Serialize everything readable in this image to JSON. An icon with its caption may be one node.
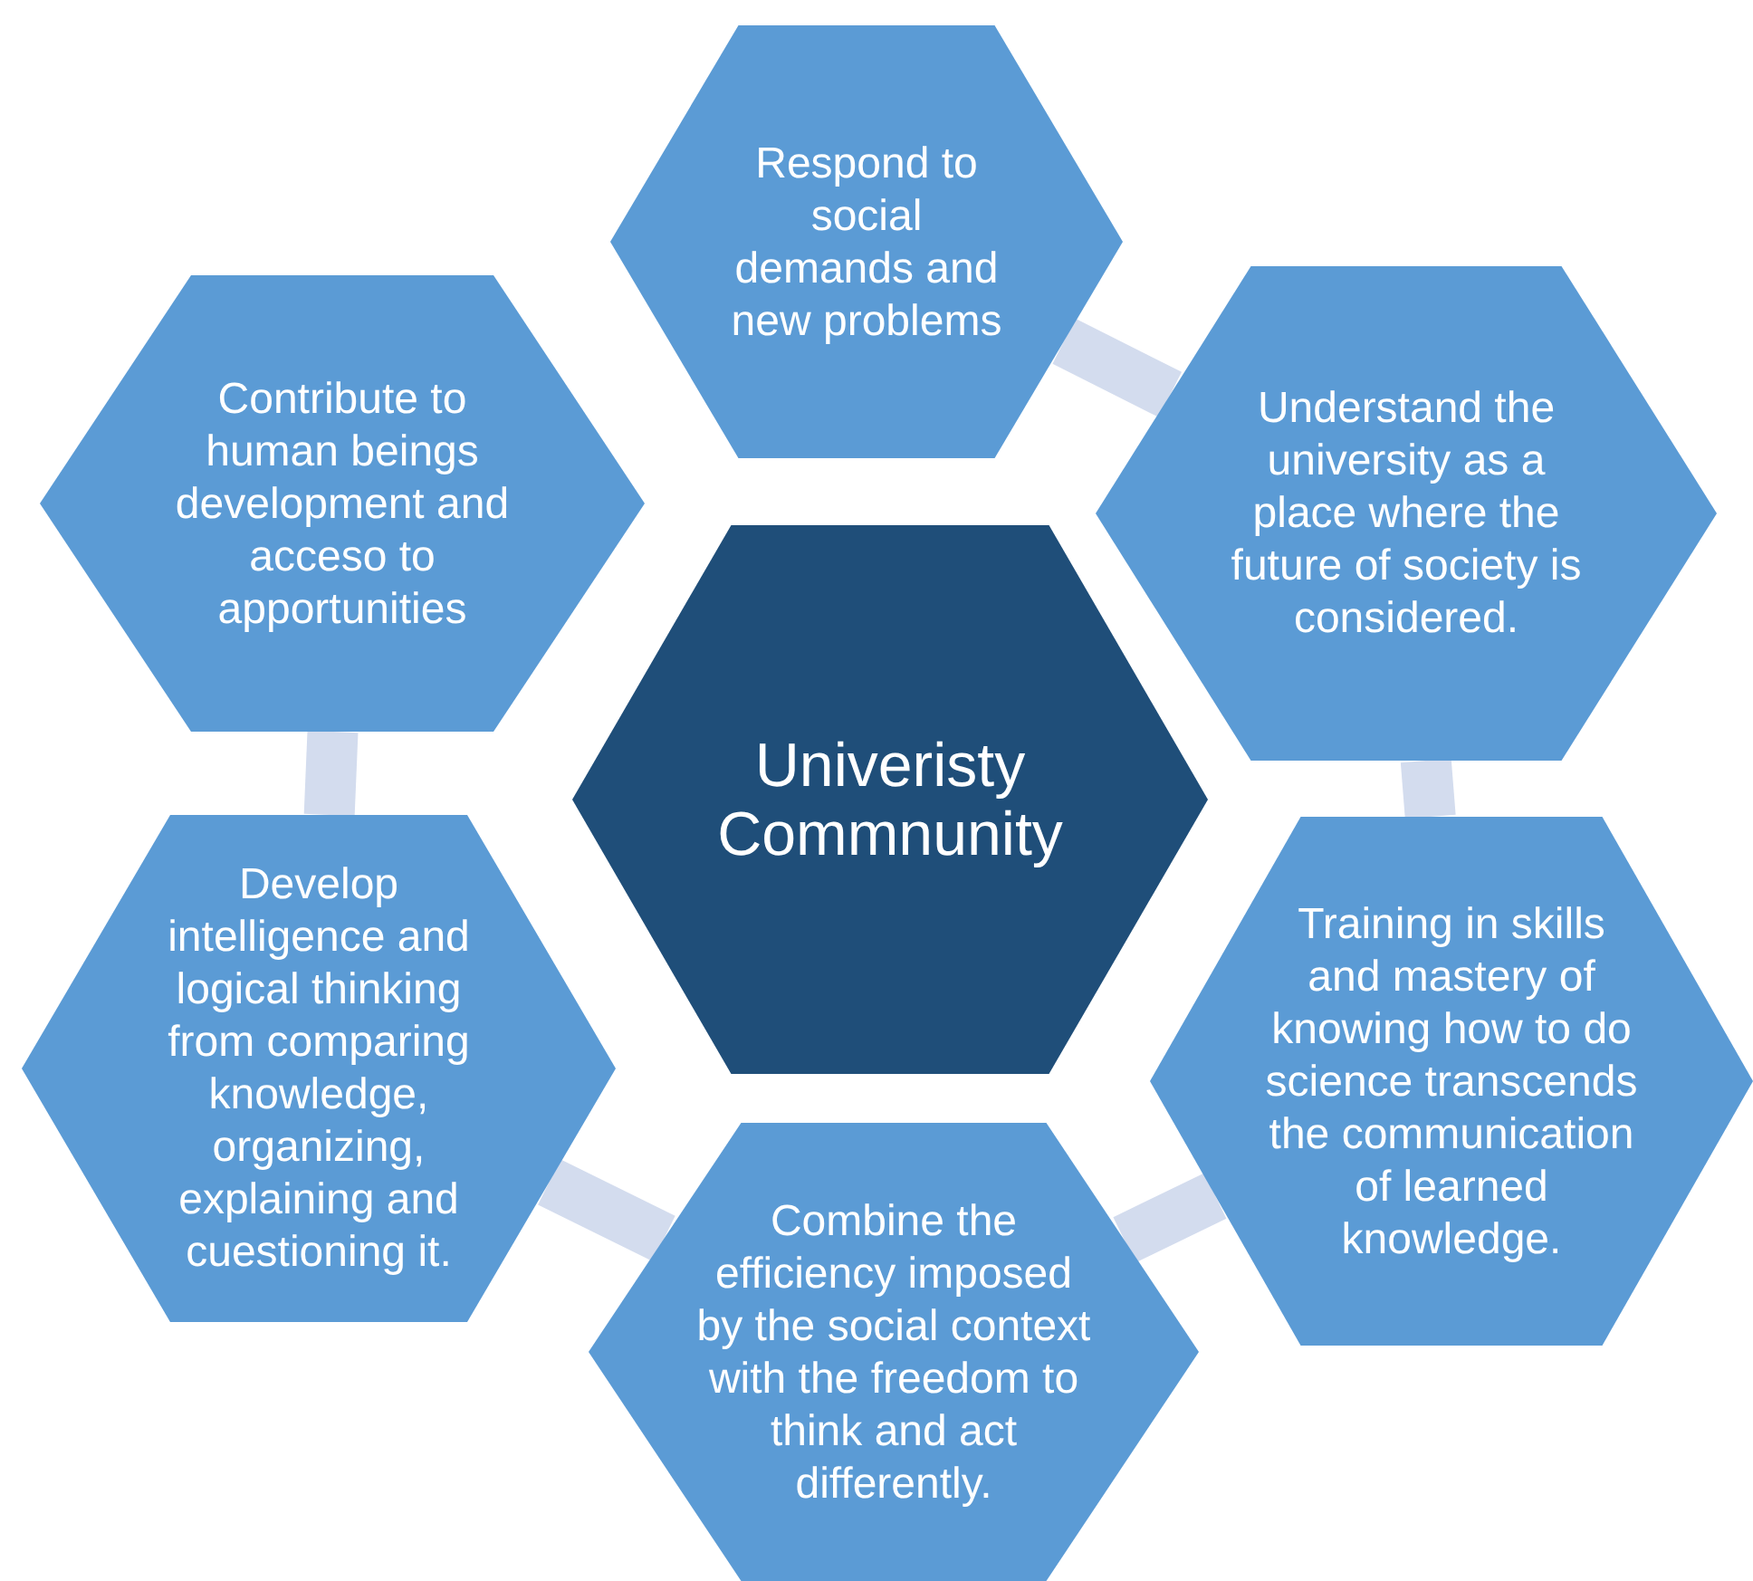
{
  "diagram": {
    "nodes": [
      {
        "text": [
          "Univeristy Commnunity"
        ]
      },
      {
        "text": [
          "Respond to social demands and new problems"
        ]
      },
      {
        "text": [
          "Understand the university as a place where the future of society is considered."
        ]
      },
      {
        "text": [
          "Training in skills and mastery of knowing how to do science transcends the communication of learned knowledge."
        ]
      },
      {
        "text": [
          "Combine the efficiency imposed by the social context with the freedom to think and act differently."
        ]
      },
      {
        "text": [
          "Develop intelligence and logical thinking from comparing knowledge, organizing, explaining and cuestioning it."
        ]
      },
      {
        "text": [
          "Contribute to human beings development and acceso to apportunities"
        ]
      }
    ],
    "edges": [
      {
        "from": 1,
        "to": 2,
        "arrow": "none"
      },
      {
        "from": 2,
        "to": 3,
        "arrow": "none"
      },
      {
        "from": 3,
        "to": 4,
        "arrow": "none"
      },
      {
        "from": 4,
        "to": 5,
        "arrow": "none"
      },
      {
        "from": 5,
        "to": 6,
        "arrow": "none"
      }
    ]
  }
}
